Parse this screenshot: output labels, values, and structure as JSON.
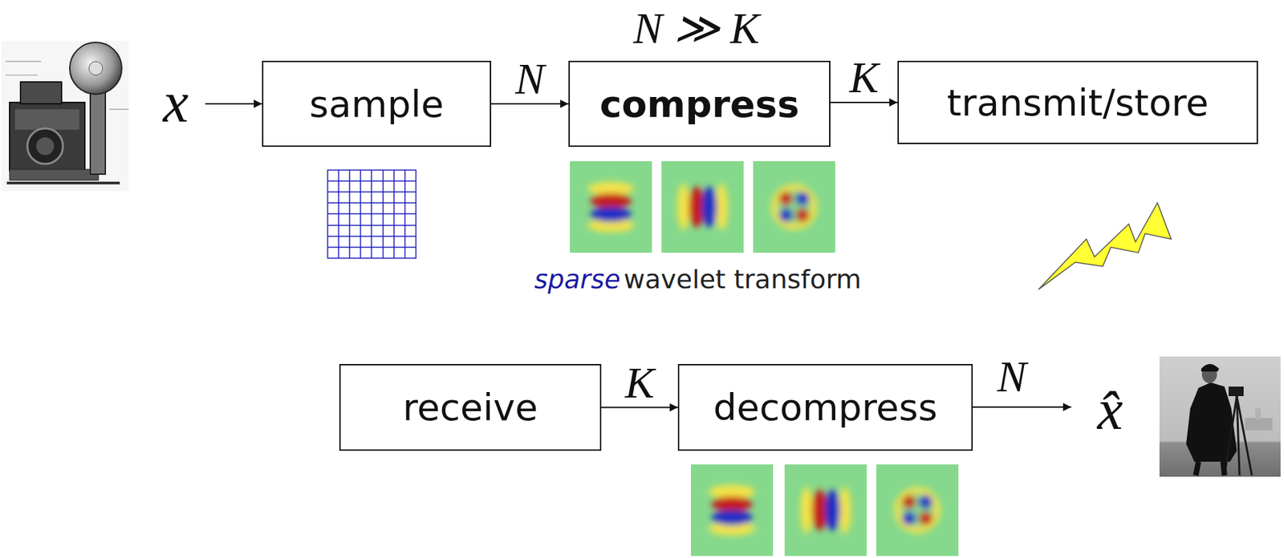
{
  "diagram": {
    "nodes": [
      {
        "text": [
          "sample"
        ]
      },
      {
        "text": [
          "compress"
        ]
      },
      {
        "text": [
          "transmit/store"
        ]
      },
      {
        "text": [
          "receive"
        ]
      },
      {
        "text": [
          "decompress"
        ]
      }
    ],
    "edges": [
      {
        "from": 0,
        "to": 1,
        "arrow": "to",
        "label": "N"
      },
      {
        "from": 1,
        "to": 2,
        "arrow": "to",
        "label": "K"
      },
      {
        "from": 3,
        "to": 4,
        "arrow": "to",
        "label": "K"
      }
    ],
    "labels": [
      "x",
      "N ≫ K",
      "sparse",
      "wavelet transform",
      "N",
      "x̂"
    ]
  }
}
